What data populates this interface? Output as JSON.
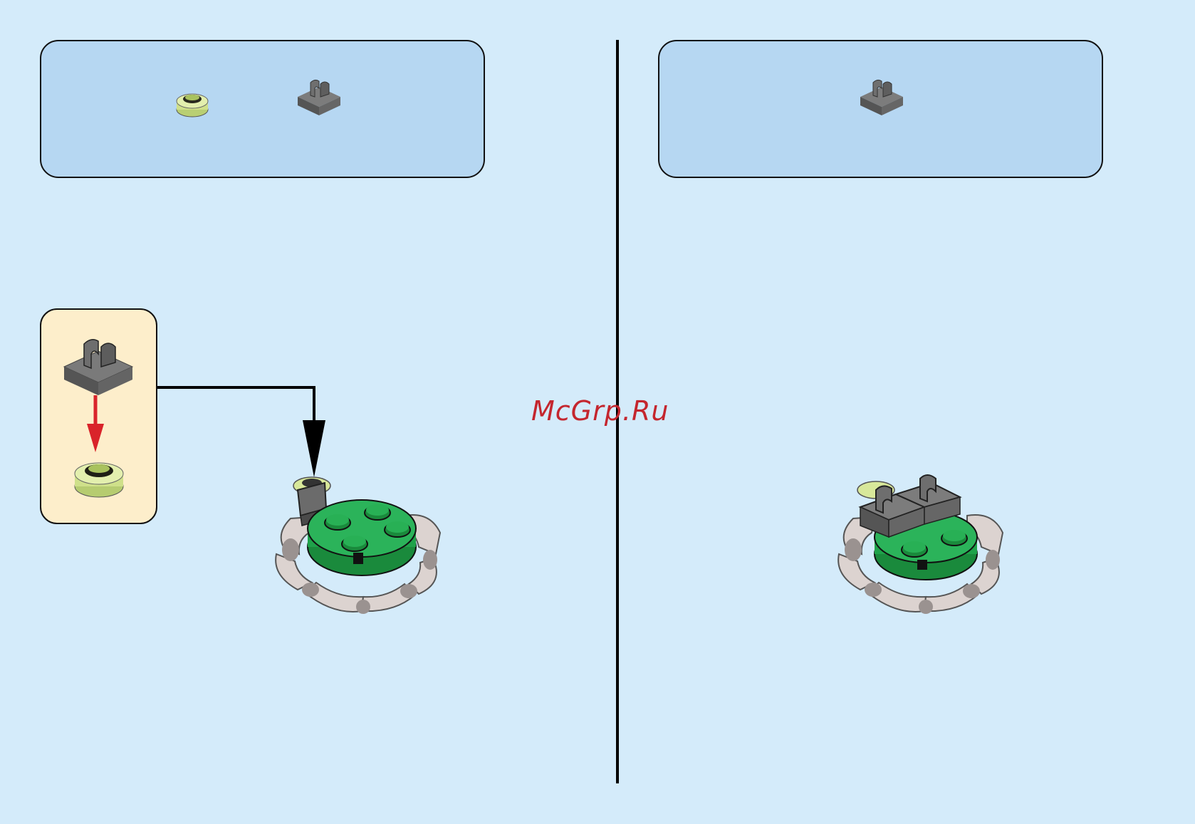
{
  "watermark": "McGrp.Ru",
  "colors": {
    "background": "#d4ebfa",
    "parts_box": "#b6d7f2",
    "sub_assembly_box": "#fdeecb",
    "arrow_red": "#d9232a",
    "watermark": "#c4262e",
    "brick_green": "#1fa24a",
    "brick_dark_gray": "#6b6b6b",
    "brick_light_yellow": "#d8e89a",
    "brick_light_gray": "#d9cfcc"
  },
  "parts_left": [
    {
      "icon": "round-plate-1x1-icon",
      "color": "light-yellow"
    },
    {
      "icon": "clip-tile-1x1-icon",
      "color": "dark-gray"
    }
  ],
  "parts_right": [
    {
      "icon": "clip-tile-1x1-icon",
      "color": "dark-gray"
    }
  ]
}
